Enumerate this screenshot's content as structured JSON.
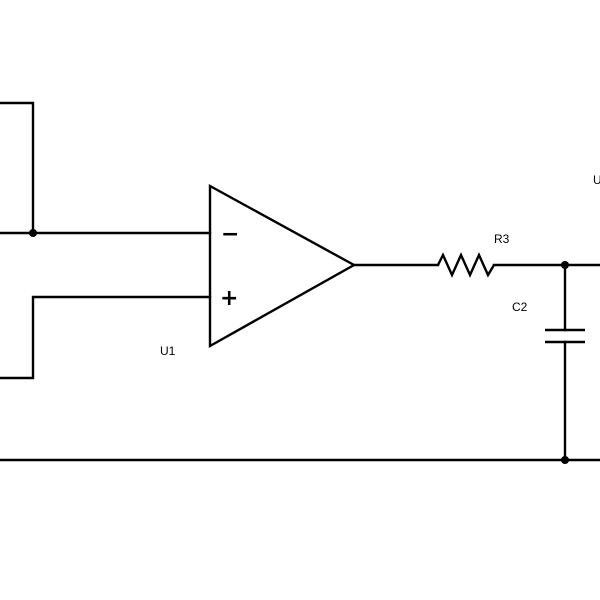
{
  "labels": {
    "opamp": "U1",
    "resistor": "R3",
    "capacitor": "C2",
    "offscreen_ref": "U",
    "inverting_pin": "−",
    "noninverting_pin": "+"
  }
}
